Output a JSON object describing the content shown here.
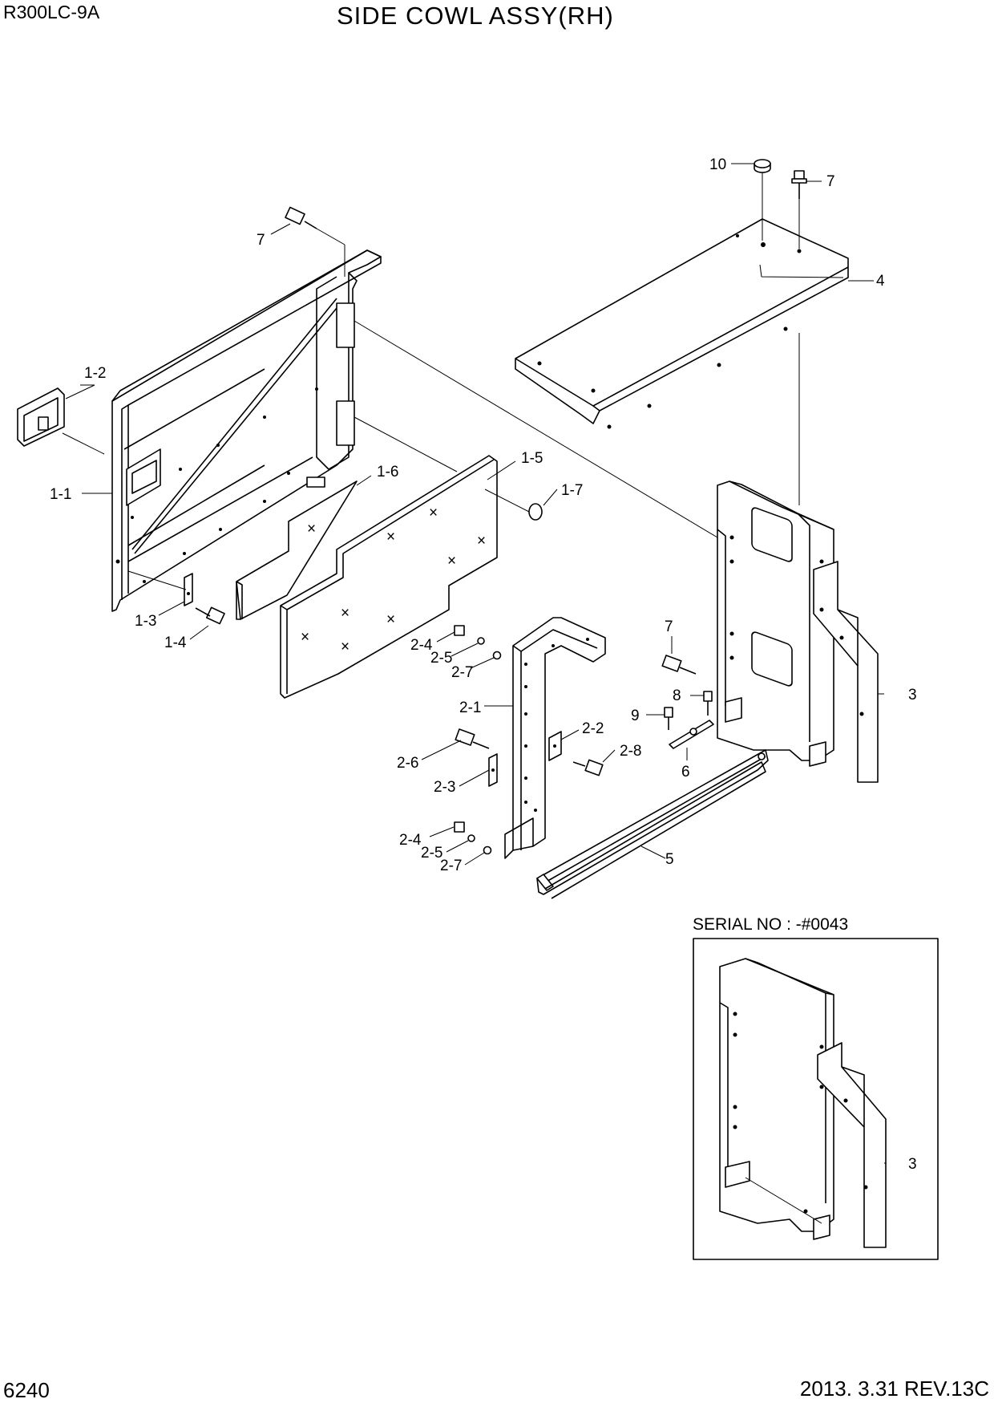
{
  "header": {
    "model": "R300LC-9A",
    "title": "SIDE COWL ASSY(RH)"
  },
  "footer": {
    "page_number": "6240",
    "revision": "2013. 3.31  REV.13C"
  },
  "inset": {
    "caption": "SERIAL NO : -#0043"
  },
  "callouts": {
    "c_10": "10",
    "c_7_top": "7",
    "c_4": "4",
    "c_7_left": "7",
    "c_1_2": "1-2",
    "c_1_5": "1-5",
    "c_1_6": "1-6",
    "c_1_7": "1-7",
    "c_1_1": "1-1",
    "c_1_3": "1-3",
    "c_1_4": "1-4",
    "c_2_4a": "2-4",
    "c_2_5a": "2-5",
    "c_2_7a": "2-7",
    "c_2_1": "2-1",
    "c_2_2": "2-2",
    "c_2_8": "2-8",
    "c_2_6": "2-6",
    "c_2_3": "2-3",
    "c_2_4b": "2-4",
    "c_2_5b": "2-5",
    "c_2_7b": "2-7",
    "c_7_mid": "7",
    "c_8": "8",
    "c_9": "9",
    "c_6": "6",
    "c_3": "3",
    "c_5": "5",
    "c_3_inset": "3"
  }
}
